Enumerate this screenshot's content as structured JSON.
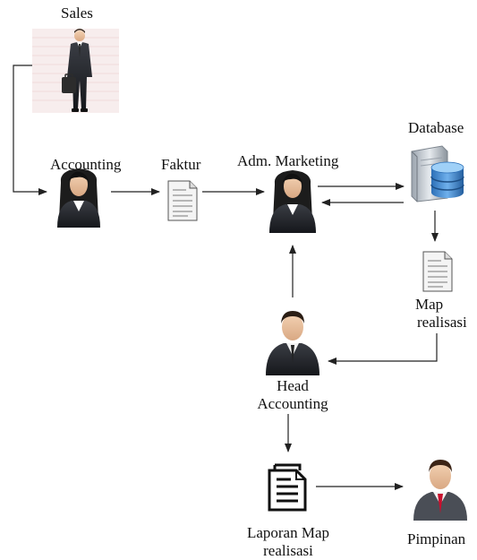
{
  "nodes": {
    "sales": {
      "label": "Sales"
    },
    "accounting": {
      "label": "Accounting"
    },
    "faktur": {
      "label": "Faktur"
    },
    "adm_marketing": {
      "label": "Adm. Marketing"
    },
    "database": {
      "label": "Database"
    },
    "map_realisasi": {
      "label_line1": "Map",
      "label_line2": "realisasi"
    },
    "head_accounting": {
      "label_line1": "Head",
      "label_line2": "Accounting"
    },
    "laporan": {
      "label_line1": "Laporan Map",
      "label_line2": "realisasi"
    },
    "pimpinan": {
      "label": "Pimpinan"
    }
  },
  "icons": {
    "sales": "businessman-with-briefcase-icon",
    "accounting": "female-employee-icon",
    "faktur": "document-icon",
    "adm_marketing": "female-employee-icon",
    "database": "database-server-icon",
    "map_realisasi": "document-icon",
    "head_accounting": "male-manager-icon",
    "laporan": "report-documents-icon",
    "pimpinan": "male-manager-red-tie-icon"
  },
  "edges": [
    {
      "from": "sales",
      "to": "accounting"
    },
    {
      "from": "accounting",
      "to": "faktur"
    },
    {
      "from": "faktur",
      "to": "adm_marketing"
    },
    {
      "from": "adm_marketing",
      "to": "database"
    },
    {
      "from": "database",
      "to": "adm_marketing"
    },
    {
      "from": "database",
      "to": "map_realisasi"
    },
    {
      "from": "map_realisasi",
      "to": "head_accounting"
    },
    {
      "from": "head_accounting",
      "to": "adm_marketing"
    },
    {
      "from": "head_accounting",
      "to": "laporan"
    },
    {
      "from": "laporan",
      "to": "pimpinan"
    }
  ]
}
